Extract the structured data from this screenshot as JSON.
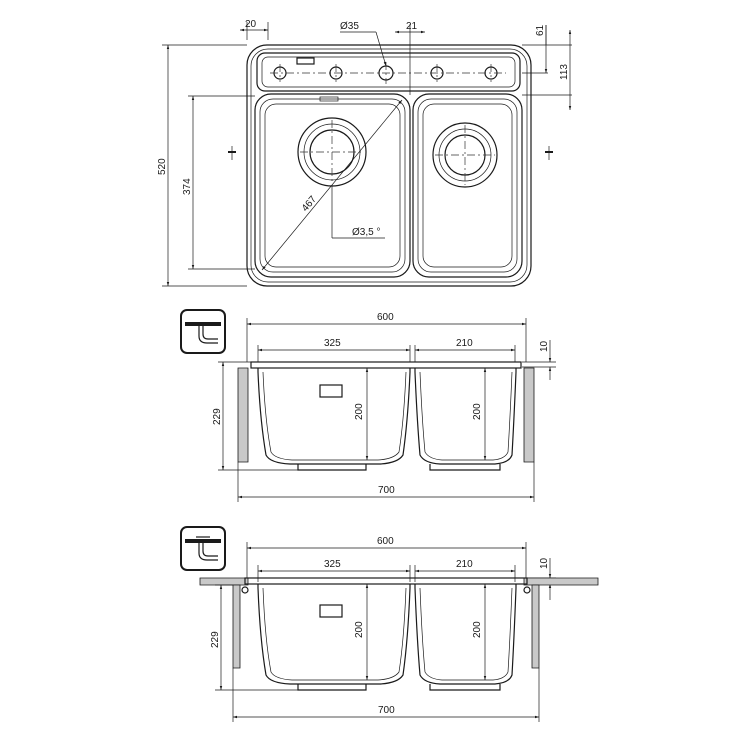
{
  "top_view": {
    "dim_20": "20",
    "dim_d35": "Ø35",
    "dim_21": "21",
    "dim_61": "61",
    "dim_113": "113",
    "dim_520": "520",
    "dim_374": "374",
    "dim_467": "467",
    "dim_d35deg": "Ø3,5 °"
  },
  "section_1": {
    "dim_600": "600",
    "dim_325": "325",
    "dim_210": "210",
    "dim_10": "10",
    "dim_229": "229",
    "dim_200_left": "200",
    "dim_200_right": "200",
    "dim_700": "700"
  },
  "section_2": {
    "dim_600": "600",
    "dim_325": "325",
    "dim_210": "210",
    "dim_10": "10",
    "dim_229": "229",
    "dim_200_left": "200",
    "dim_200_right": "200",
    "dim_700": "700"
  },
  "icons": [
    "undermount-icon",
    "inset-mount-icon"
  ]
}
